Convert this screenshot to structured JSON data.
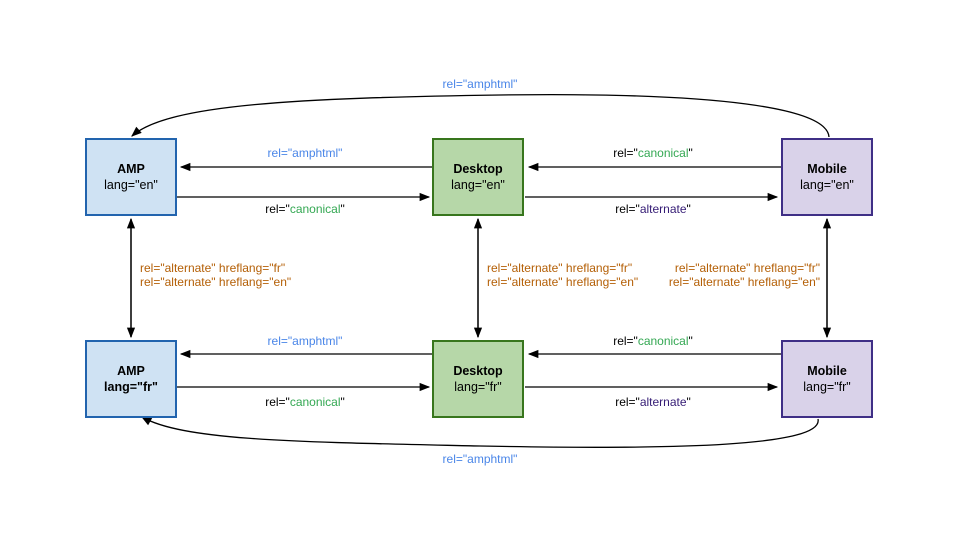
{
  "diagram_labels": {
    "amphtml": {
      "text": "rel=\"amphtml\"",
      "color": "#4a86e8"
    },
    "canonical": {
      "prefix": "rel=\"",
      "value": "canonical",
      "suffix": "\"",
      "value_color": "#34a853"
    },
    "alternate": {
      "prefix": "rel=\"",
      "value": "alternate",
      "suffix": "\"",
      "value_color": "#351c75"
    },
    "hreflang": {
      "line1": "rel=\"alternate\" hreflang=\"fr\"",
      "line2": "rel=\"alternate\" hreflang=\"en\"",
      "color": "#b45f06"
    }
  },
  "nodes": {
    "amp_en": {
      "title": "AMP",
      "subtitle": "lang=\"en\""
    },
    "desktop_en": {
      "title": "Desktop",
      "subtitle": "lang=\"en\""
    },
    "mobile_en": {
      "title": "Mobile",
      "subtitle": "lang=\"en\""
    },
    "amp_fr": {
      "title": "AMP",
      "subtitle": "lang=\"fr\""
    },
    "desktop_fr": {
      "title": "Desktop",
      "subtitle": "lang=\"fr\""
    },
    "mobile_fr": {
      "title": "Mobile",
      "subtitle": "lang=\"fr\""
    }
  },
  "colors": {
    "amp_fill": "#cfe2f3",
    "amp_border": "#2264ae",
    "desktop_fill": "#b6d7a8",
    "desktop_border": "#38761d",
    "mobile_fill": "#d9d2e9",
    "mobile_border": "#3f2f86",
    "arrow": "#000000",
    "label_amphtml": "#4a86e8",
    "label_canonical": "#34a853",
    "label_alternate": "#351c75",
    "label_hreflang": "#b45f06"
  }
}
